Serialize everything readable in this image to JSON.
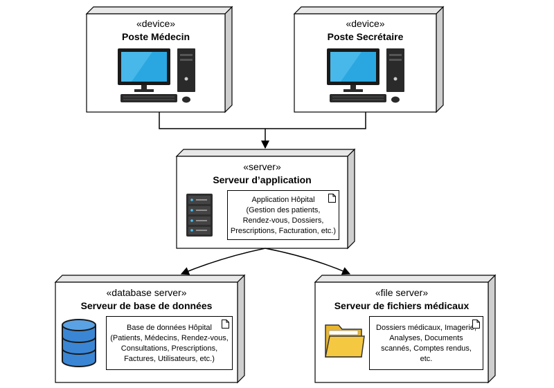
{
  "nodes": {
    "poste_medecin": {
      "stereotype": "«device»",
      "name": "Poste Médecin"
    },
    "poste_secretaire": {
      "stereotype": "«device»",
      "name": "Poste Secrétaire"
    },
    "serveur_application": {
      "stereotype": "«server»",
      "name": "Serveur d’application",
      "artifact_lines": [
        "Application Hôpital",
        "(Gestion des patients,",
        "Rendez-vous, Dossiers,",
        "Prescriptions, Facturation, etc.)"
      ]
    },
    "serveur_bdd": {
      "stereotype": "«database server»",
      "name": "Serveur de base de données",
      "artifact_lines": [
        "Base de données Hôpital",
        "(Patients, Médecins, Rendez-vous,",
        "Consultations, Prescriptions,",
        "Factures, Utilisateurs, etc.)"
      ]
    },
    "serveur_fichiers": {
      "stereotype": "«file server»",
      "name": "Serveur de fichiers médicaux",
      "artifact_lines": [
        "Dossiers médicaux, Imagerie,",
        "Analyses, Documents",
        "scannés, Comptes rendus,",
        "etc."
      ]
    }
  },
  "icons": {
    "workstation": "desktop-computer-icon",
    "server": "server-rack-icon",
    "database": "database-cylinder-icon",
    "folder": "folder-icon",
    "document": "document-icon"
  },
  "colors": {
    "screen": "#2aa7e0",
    "database": "#3a86d4",
    "folder": "#f5c842",
    "server_rack": "#2e2e2e"
  }
}
